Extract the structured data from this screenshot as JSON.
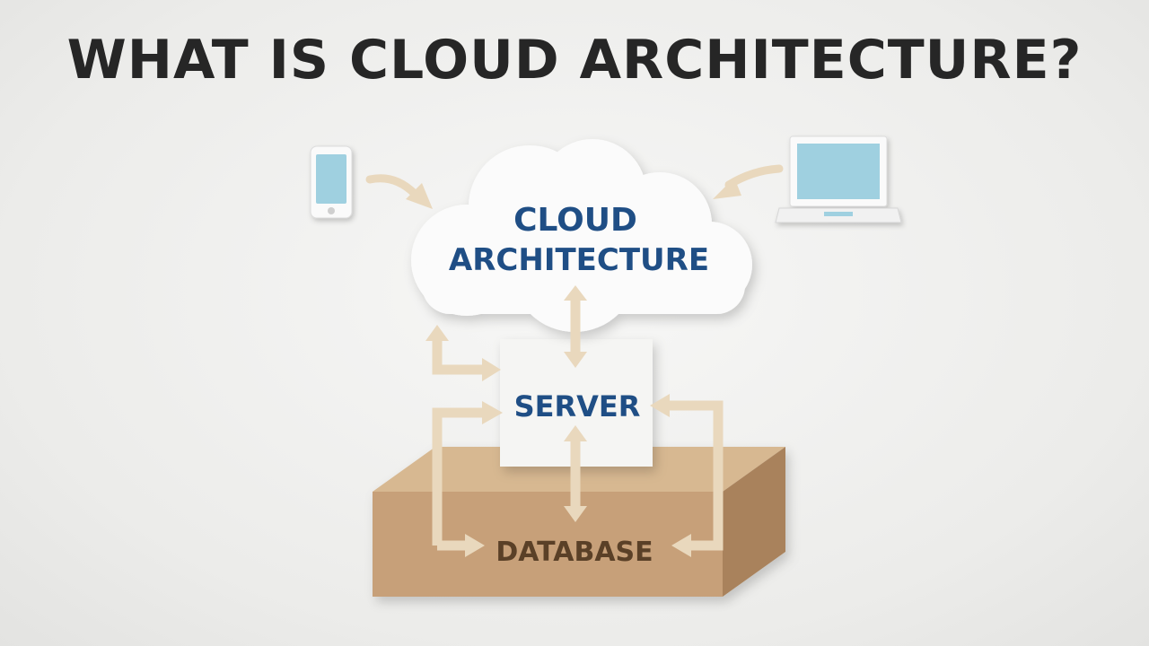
{
  "title": "WHAT IS CLOUD ARCHITECTURE?",
  "nodes": {
    "cloud": {
      "line1": "CLOUD",
      "line2": "ARCHITECTURE"
    },
    "server": {
      "label": "SERVER"
    },
    "database": {
      "label": "DATABASE"
    },
    "phone": {
      "icon": "smartphone-icon"
    },
    "laptop": {
      "icon": "laptop-icon"
    }
  },
  "colors": {
    "title": "#262626",
    "label_blue": "#1f4e85",
    "database_label": "#5a4027",
    "arrow_fill": "#e9d8bd",
    "arrow_stroke": "#c9b08a",
    "box_front": "#c7a079",
    "box_top": "#d7b891",
    "box_side": "#a9825c",
    "screen": "#9fd0e0"
  }
}
